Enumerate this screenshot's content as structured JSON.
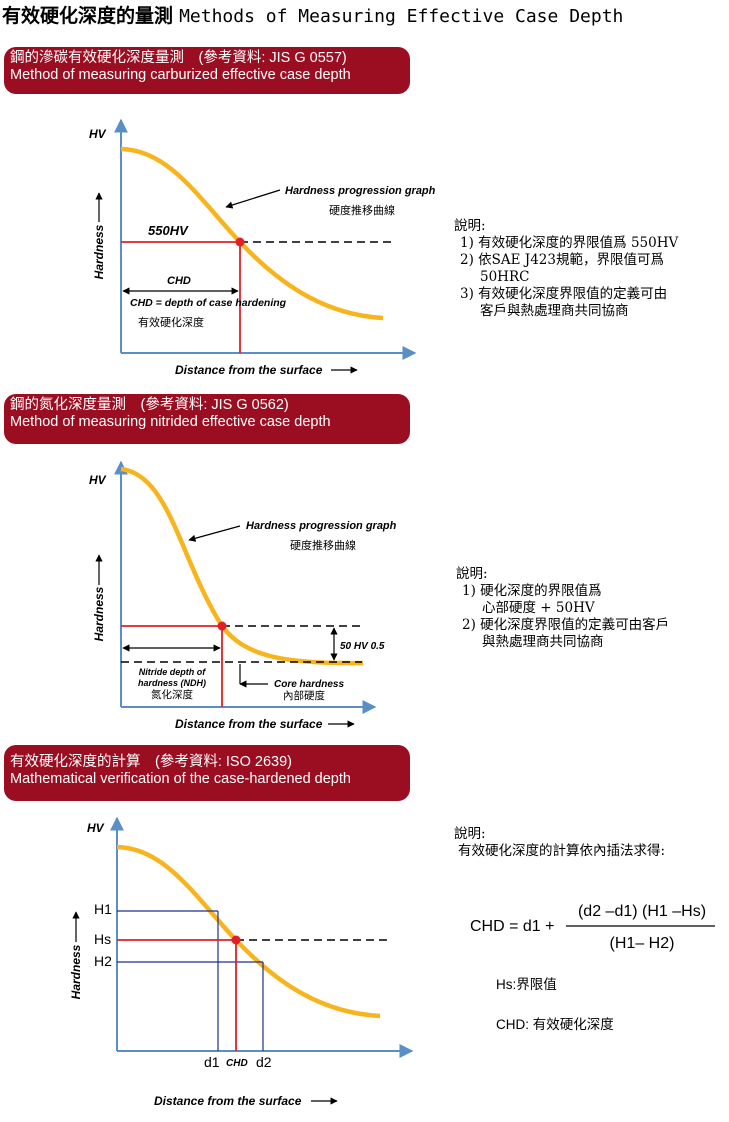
{
  "page_title": {
    "zh": "有效硬化深度的量測",
    "en": "Methods of Measuring Effective Case Depth"
  },
  "sections": [
    {
      "banner": {
        "zh": "鋼的滲碳有效硬化深度量測　(參考資料: JIS G 0557)",
        "en": "Method of measuring carburized effective case depth"
      },
      "graph": {
        "y_label": "HV",
        "axis_y": "Hardness",
        "axis_x": "Distance from the surface",
        "curve_label_en": "Hardness progression graph",
        "curve_label_zh": "硬度推移曲線",
        "threshold_label": "550HV",
        "chd_label": "CHD",
        "chd_def": "CHD = depth of case hardening",
        "chd_zh": "有效硬化深度"
      },
      "notes": [
        "說明:",
        "1) 有效硬化深度的界限值爲 550HV",
        "2) 依SAE J423規範，界限值可爲",
        "50HRC",
        "3) 有效硬化深度界限值的定義可由",
        "客戶與熱處理商共同協商"
      ]
    },
    {
      "banner": {
        "zh": "鋼的氮化深度量測　(參考資料: JIS G 0562)",
        "en": "Method of measuring nitrided effective case depth"
      },
      "graph": {
        "y_label": "HV",
        "axis_y": "Hardness",
        "axis_x": "Distance from the surface",
        "curve_label_en": "Hardness progression graph",
        "curve_label_zh": "硬度推移曲線",
        "delta_label": "50 HV 0.5",
        "ndh_en_1": "Nitride depth of",
        "ndh_en_2": "hardness (NDH)",
        "ndh_zh": "氮化深度",
        "core_en": "Core hardness",
        "core_zh": "內部硬度"
      },
      "notes": [
        "說明:",
        "1) 硬化深度的界限值爲",
        "心部硬度 + 50HV",
        "2) 硬化深度界限值的定義可由客戶",
        "與熱處理商共同協商"
      ]
    },
    {
      "banner": {
        "zh": "有效硬化深度的計算　(參考資料: ISO 2639)",
        "en": " Mathematical verification of the case-hardened depth"
      },
      "graph": {
        "y_label": "HV",
        "axis_y": "Hardness",
        "axis_x": "Distance from the surface",
        "h1": "H1",
        "hs": "Hs",
        "h2": "H2",
        "d1": "d1",
        "chd": "CHD",
        "d2": "d2"
      },
      "notes": [
        "說明:",
        "有效硬化深度的計算依內插法求得:"
      ],
      "formula": {
        "lhs": "CHD = d1 +",
        "numerator": "(d2 –d1) (H1 –Hs)",
        "denominator": "(H1– H2)"
      },
      "defs": [
        "Hs:界限值",
        "CHD: 有效硬化深度"
      ]
    }
  ],
  "colors": {
    "banner": "#9b0e22",
    "curve": "#f7b41c",
    "red_line": "#e21f26",
    "axis": "#5a8fc5",
    "blue_line": "#1f2f8c"
  }
}
